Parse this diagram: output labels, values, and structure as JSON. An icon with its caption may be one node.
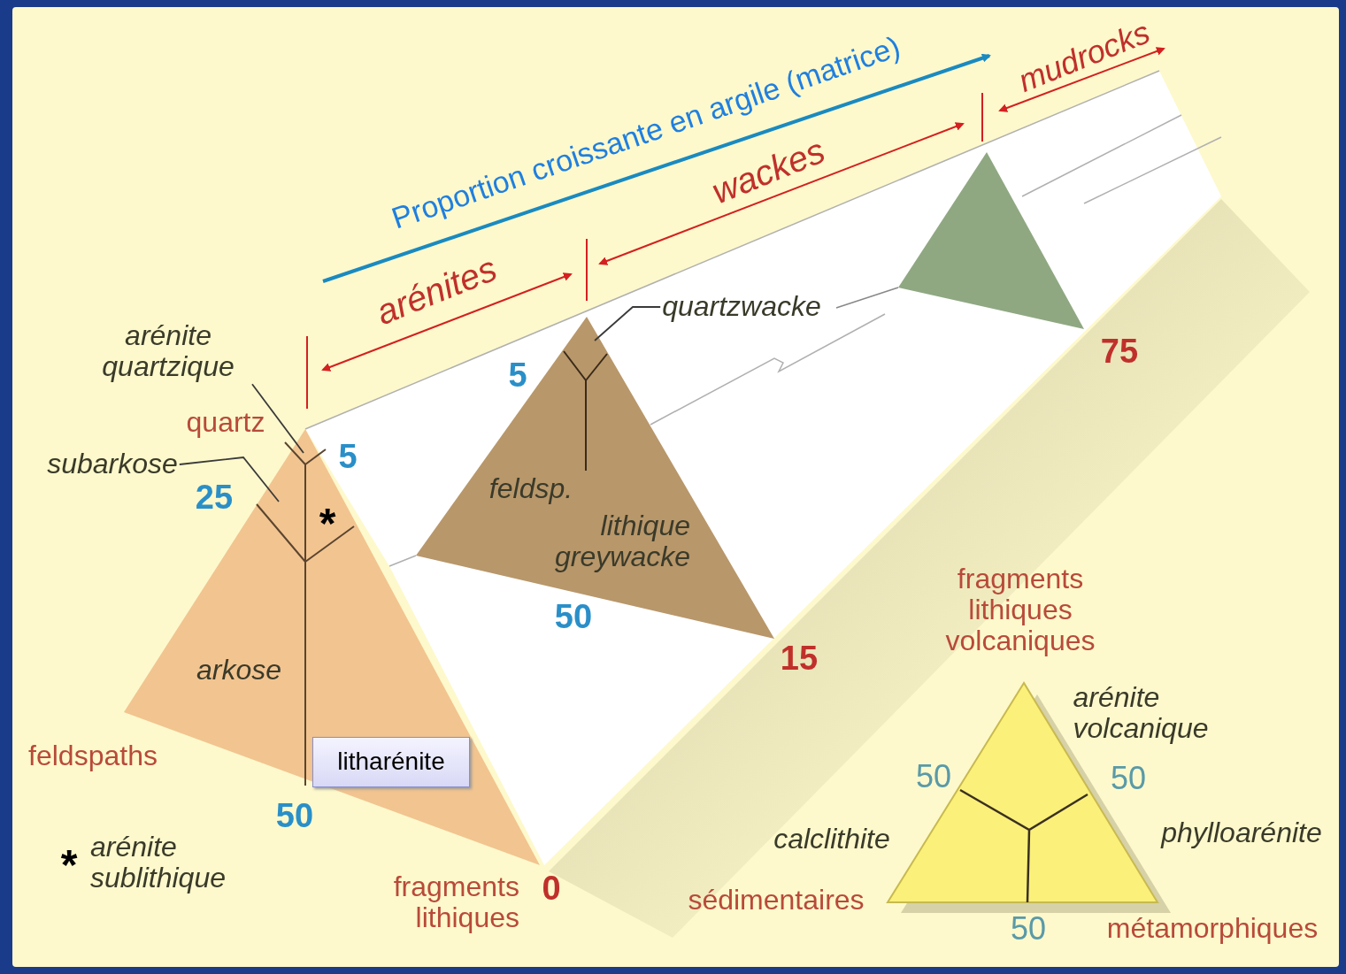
{
  "diagram": {
    "nodes": [
      {
        "text": [
          "arénite quartzique"
        ]
      },
      {
        "text": [
          "subarkose"
        ]
      },
      {
        "text": [
          "quartzwacke"
        ]
      },
      {
        "text": [
          "litharénite"
        ]
      }
    ],
    "edges": [
      {
        "from": 0,
        "to": null,
        "arrow": "none"
      },
      {
        "from": 1,
        "to": null,
        "arrow": "none"
      },
      {
        "from": 2,
        "to": null,
        "arrow": "none"
      }
    ],
    "labels": [
      "Proportion croissante en argile (matrice)",
      "mudrocks",
      "wackes",
      "arénites",
      "5",
      "75",
      "quartz",
      "5",
      "25",
      "*",
      "feldsp.",
      "lithique greywacke",
      "fragments lithiques volcaniques",
      "50",
      "arkose",
      "15",
      "arénite volcanique",
      "50",
      "50",
      "feldspaths",
      "50",
      "calclithite",
      "phylloarénite",
      "*",
      "arénite sublithique",
      "fragments lithiques",
      "0",
      "sédimentaires",
      "50",
      "métamorphiques"
    ]
  }
}
